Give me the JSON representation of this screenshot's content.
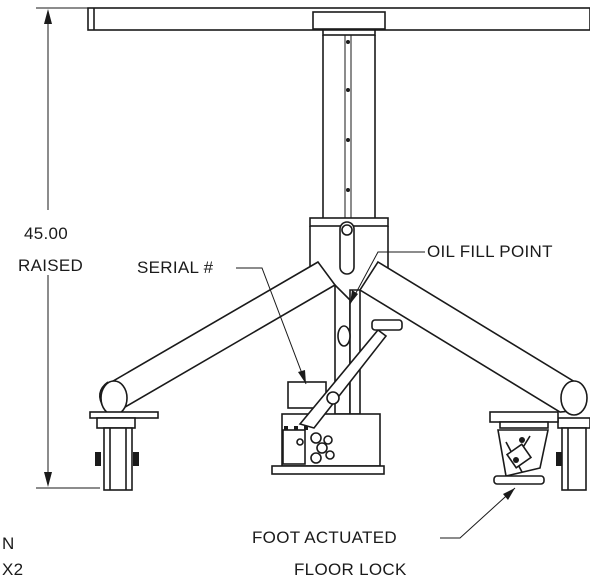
{
  "dimension": {
    "value": "45.00",
    "note": "RAISED"
  },
  "callouts": {
    "serial": "SERIAL #",
    "oil_fill": "OIL FILL POINT",
    "floor_lock_line1": "FOOT ACTUATED",
    "floor_lock_line2": "FLOOR LOCK"
  },
  "cutoff_text": {
    "left_line1": "N",
    "left_line2": "X2"
  },
  "colors": {
    "ink": "#1a1a1a",
    "paper": "#ffffff"
  }
}
